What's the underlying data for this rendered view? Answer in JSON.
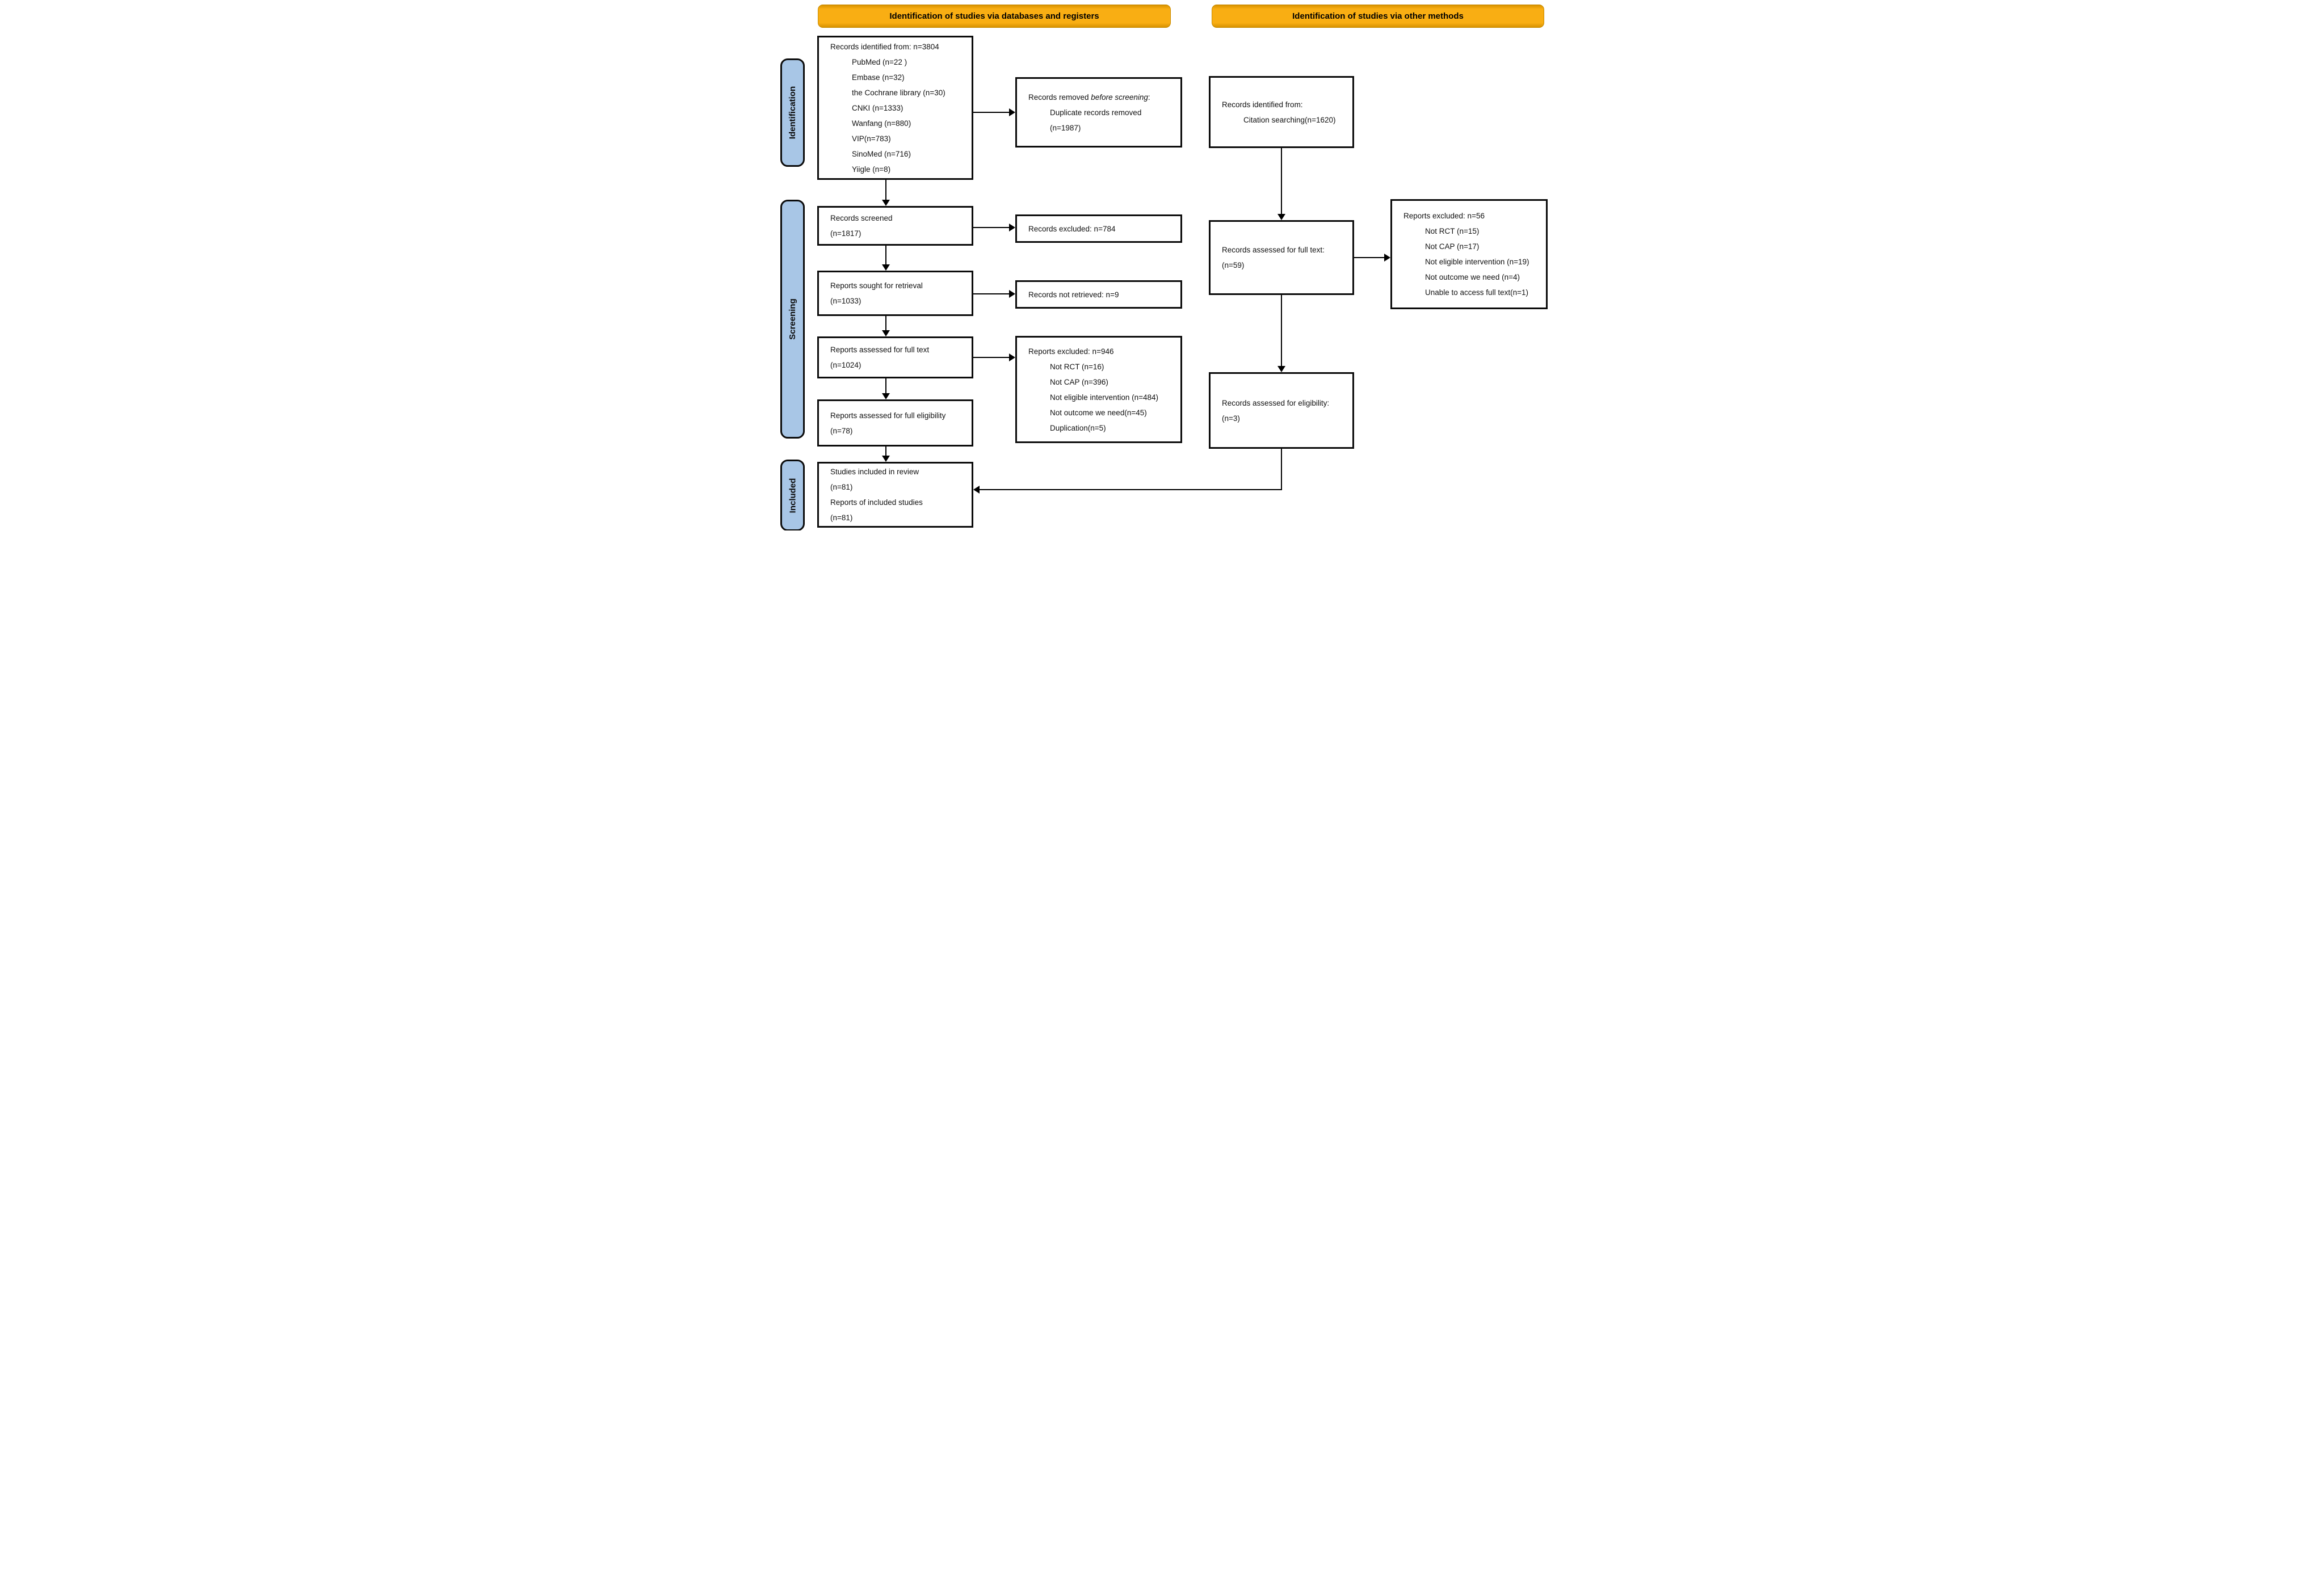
{
  "headers": {
    "databases": "Identification of studies via databases and registers",
    "other": "Identification of studies via other methods"
  },
  "stages": {
    "identification": "Identification",
    "screening": "Screening",
    "included": "Included"
  },
  "colors": {
    "header_bg": "#F9AE13",
    "stage_bg": "#A8C6E6",
    "box_border": "#0b0b0b"
  },
  "boxes": {
    "records_identified": {
      "title": "Records identified from: n=3804",
      "items": [
        "PubMed (n=22 )",
        "Embase (n=32)",
        "the Cochrane library (n=30)",
        "CNKI (n=1333)",
        "Wanfang (n=880)",
        "VIP(n=783)",
        "SinoMed (n=716)",
        "Yiigle (n=8)"
      ]
    },
    "records_removed": {
      "prefix": "Records removed ",
      "italic": "before screening",
      "suffix": ":",
      "items": [
        "Duplicate records removed",
        "(n=1987)"
      ]
    },
    "citation_search": {
      "title": "Records identified from:",
      "items": [
        "Citation searching(n=1620)"
      ]
    },
    "records_screened": {
      "lines": [
        "Records screened",
        "(n=1817)"
      ]
    },
    "records_excluded": {
      "lines": [
        "Records excluded: n=784"
      ]
    },
    "reports_sought": {
      "lines": [
        "Reports sought for retrieval",
        "(n=1033)"
      ]
    },
    "records_not_retrieved": {
      "lines": [
        "Records not retrieved: n=9"
      ]
    },
    "reports_assessed_full_text": {
      "lines": [
        "Reports assessed for full text",
        "(n=1024)"
      ]
    },
    "reports_excluded_946": {
      "title": "Reports excluded: n=946",
      "items": [
        "Not RCT (n=16)",
        "Not CAP (n=396)",
        "Not eligible intervention (n=484)",
        "Not outcome we need(n=45)",
        "Duplication(n=5)"
      ]
    },
    "reports_assessed_full_eligibility": {
      "lines": [
        "Reports assessed for full eligibility",
        "(n=78)"
      ]
    },
    "studies_included": {
      "lines": [
        "Studies included in review",
        "(n=81)",
        "Reports of included studies",
        "(n=81)"
      ]
    },
    "records_assessed_full_text_other": {
      "lines": [
        "Records assessed for full text:",
        "(n=59)"
      ]
    },
    "reports_excluded_56": {
      "title": "Reports excluded: n=56",
      "items": [
        "Not RCT (n=15)",
        "Not CAP (n=17)",
        "Not eligible intervention (n=19)",
        "Not outcome we need (n=4)",
        "Unable to access full text(n=1)"
      ]
    },
    "records_assessed_eligibility": {
      "lines": [
        "Records assessed for eligibility:",
        "(n=3)"
      ]
    }
  }
}
